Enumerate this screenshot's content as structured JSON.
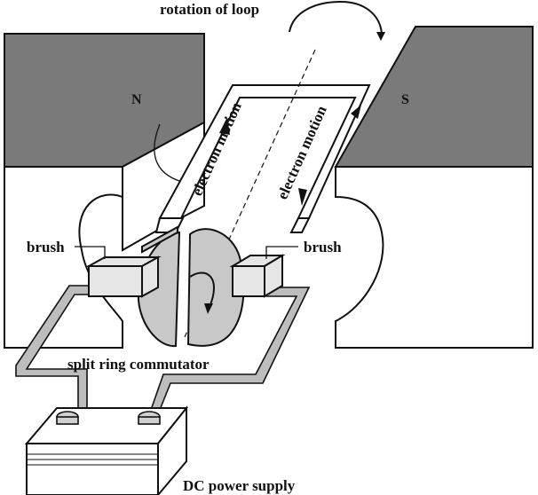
{
  "labels": {
    "rotation": "rotation of loop",
    "north": "N",
    "south": "S",
    "electron_motion_left": "electron motion",
    "electron_motion_right": "electron motion",
    "brush_left": "brush",
    "brush_right": "brush",
    "commutator": "split ring commutator",
    "power": "DC power supply"
  },
  "colors": {
    "magnet_face": "#7a7a7a",
    "commutator": "#c8c8c8",
    "brush": "#e6e6e6",
    "wire": "#bdbdbd",
    "ink": "#111111"
  }
}
